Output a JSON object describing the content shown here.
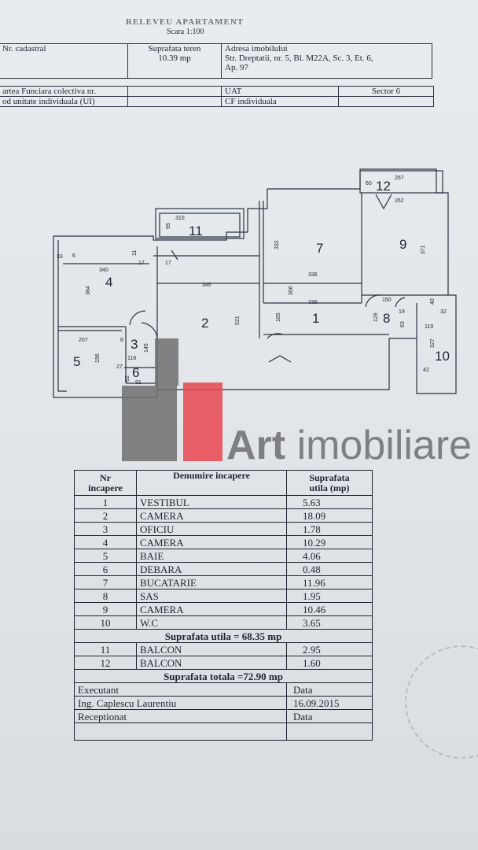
{
  "header": {
    "title": "RELEVEU APARTAMENT",
    "scale": "Scara 1:100"
  },
  "info_table": {
    "row1": {
      "cadastral_label": "Nr. cadastral",
      "teren_label": "Suprafata teren",
      "teren_value": "10.39 mp",
      "adresa_label": "Adresa imobilului",
      "adresa_value_1": "Str. Dreptatii, nr. 5, Bl. M22A, Sc. 3, Et. 6,",
      "adresa_value_2": "Ap. 97"
    },
    "row2": {
      "carte_label": "artea Funciara colectiva nr.",
      "uat_label": "UAT",
      "sector_label": "Sector 6"
    },
    "row3": {
      "cod_label": "od unitate individuala (UI)",
      "cf_label": "CF individuala"
    }
  },
  "plan": {
    "room_numbers": [
      "1",
      "2",
      "3",
      "4",
      "5",
      "6",
      "7",
      "8",
      "9",
      "10",
      "11",
      "12"
    ],
    "dimensions": {
      "d310": "310",
      "d95": "95",
      "d267": "267",
      "d60": "60",
      "d262": "262",
      "d332": "332",
      "d371": "371",
      "d33": "33",
      "d6": "6",
      "d11": "11",
      "d17a": "17",
      "d17b": "17",
      "d340": "340",
      "d364": "364",
      "d346": "346",
      "d336a": "336",
      "d336b": "336",
      "d306": "306",
      "d521": "521",
      "d165": "165",
      "d150": "150",
      "d129": "129",
      "d63": "63",
      "d19": "19",
      "d40": "40",
      "d32": "32",
      "d119": "119",
      "d327": "327",
      "d42": "42",
      "d207": "207",
      "d196": "196",
      "d8": "8",
      "d145": "145",
      "d118": "118",
      "d27": "27",
      "d62": "62",
      "d91": "91"
    }
  },
  "rooms_table": {
    "head_nr": "Nr",
    "head_nr2": "incapere",
    "head_den": "Denumire incapere",
    "head_sup": "Suprafata",
    "head_sup2": "utila (mp)",
    "rows": [
      {
        "nr": "1",
        "name": "VESTIBUL",
        "area": "5.63"
      },
      {
        "nr": "2",
        "name": "CAMERA",
        "area": "18.09"
      },
      {
        "nr": "3",
        "name": "OFICIU",
        "area": "1.78"
      },
      {
        "nr": "4",
        "name": "CAMERA",
        "area": "10.29"
      },
      {
        "nr": "5",
        "name": "BAIE",
        "area": "4.06"
      },
      {
        "nr": "6",
        "name": "DEBARA",
        "area": "0.48"
      },
      {
        "nr": "7",
        "name": "BUCATARIE",
        "area": "11.96"
      },
      {
        "nr": "8",
        "name": "SAS",
        "area": "1.95"
      },
      {
        "nr": "9",
        "name": "CAMERA",
        "area": "10.46"
      },
      {
        "nr": "10",
        "name": "W.C",
        "area": "3.65"
      }
    ],
    "sum_utila": "Suprafata utila = 68.35 mp",
    "balcony_rows": [
      {
        "nr": "11",
        "name": "BALCON",
        "area": "2.95"
      },
      {
        "nr": "12",
        "name": "BALCON",
        "area": "1.60"
      }
    ],
    "sum_totala": "Suprafata totala =72.90 mp",
    "executant_label": "Executant",
    "data_label_1": "Data",
    "executant_name": "Ing. Caplescu Laurentiu",
    "data_value": "16.09.2015",
    "receptionat_label": "Receptionat",
    "data_label_2": "Data"
  },
  "watermark": {
    "brand_bold": "Art",
    "brand_light": "imobiliare",
    "colors": {
      "gray": "#6e6e70",
      "red": "#e8474f"
    }
  }
}
